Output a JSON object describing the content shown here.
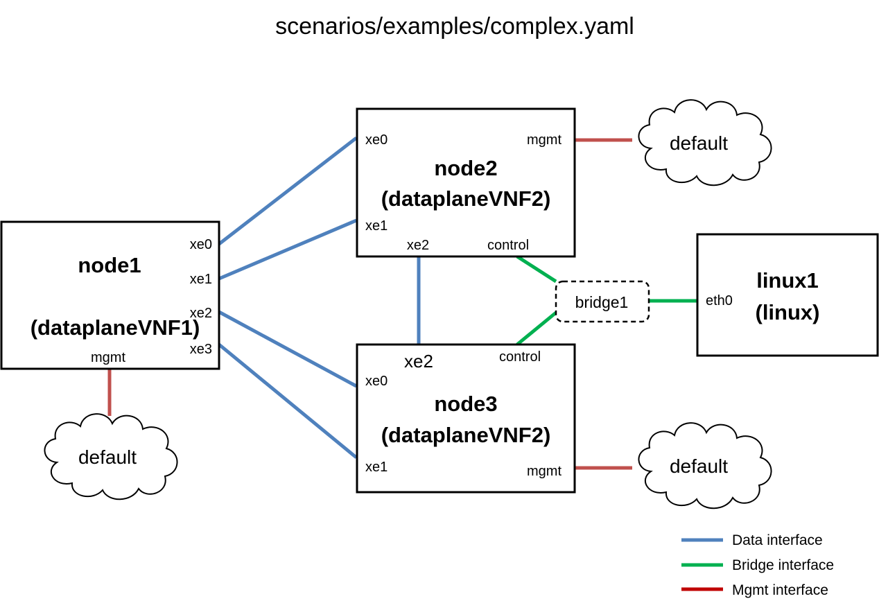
{
  "title": "scenarios/examples/complex.yaml",
  "colors": {
    "data": "#4f81bd",
    "bridge": "#00b050",
    "mgmt": "#c0504d",
    "mgmt_legend": "#c00000"
  },
  "nodes": {
    "node1": {
      "name": "node1",
      "type": "(dataplaneVNF1)",
      "ports": {
        "xe0": "xe0",
        "xe1": "xe1",
        "xe2": "xe2",
        "xe3": "xe3",
        "mgmt": "mgmt"
      }
    },
    "node2": {
      "name": "node2",
      "type": "(dataplaneVNF2)",
      "ports": {
        "xe0": "xe0",
        "xe1": "xe1",
        "xe2": "xe2",
        "control": "control",
        "mgmt": "mgmt"
      }
    },
    "node3": {
      "name": "node3",
      "type": "(dataplaneVNF2)",
      "ports": {
        "xe0": "xe0",
        "xe1": "xe1",
        "xe2": "xe2",
        "control": "control",
        "mgmt": "mgmt"
      }
    },
    "linux1": {
      "name": "linux1",
      "type": "(linux)",
      "ports": {
        "eth0": "eth0"
      }
    }
  },
  "bridge": {
    "label": "bridge1"
  },
  "clouds": {
    "node1": "default",
    "node2": "default",
    "node3": "default"
  },
  "legend": [
    {
      "label": "Data interface",
      "kind": "data"
    },
    {
      "label": "Bridge interface",
      "kind": "bridge"
    },
    {
      "label": "Mgmt interface",
      "kind": "mgmt_legend"
    }
  ]
}
